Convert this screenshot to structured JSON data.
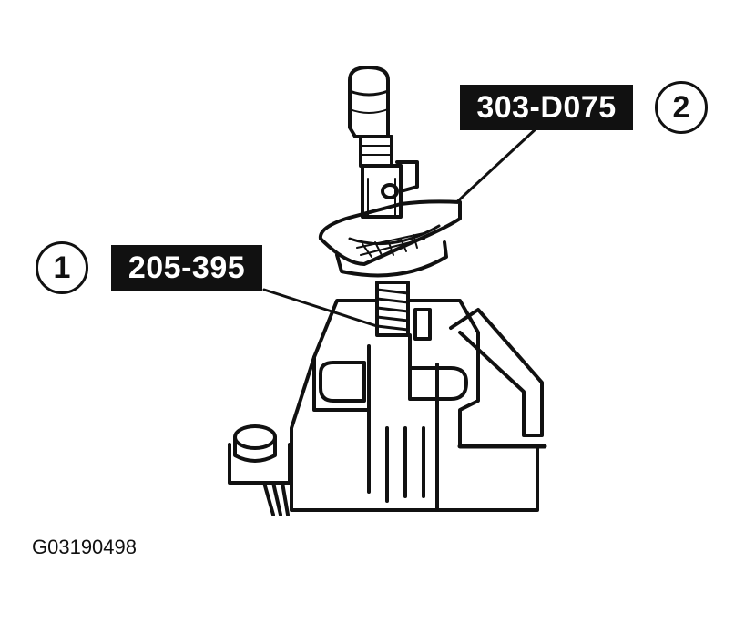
{
  "callouts": [
    {
      "number": "1",
      "tool": "205-395"
    },
    {
      "number": "2",
      "tool": "303-D075"
    }
  ],
  "figure_code": "G03190498"
}
